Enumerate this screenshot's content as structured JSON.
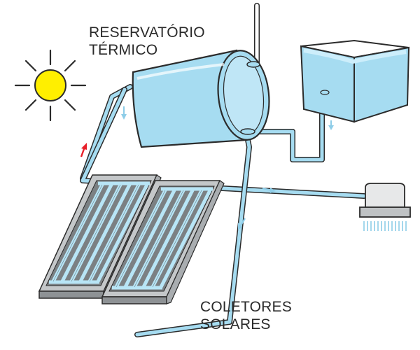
{
  "labels": {
    "thermal_reservoir": [
      "RESERVATÓRIO",
      "TÉRMICO"
    ],
    "solar_collectors": [
      "COLETORES",
      "SOLARES"
    ]
  },
  "colors": {
    "water": "#a6dcf1",
    "water_light": "#cdeefb",
    "outline": "#2b2b2b",
    "sun_fill": "#ffef00",
    "hot_arrow": "#e8202a",
    "flow_arrow": "#8ecde8",
    "panel_frame": "#b9bcbe",
    "panel_dark": "#6f7376"
  },
  "icons": [
    "sun-icon",
    "thermal-tank",
    "cold-water-tank",
    "shower-head",
    "solar-collector-panel"
  ]
}
